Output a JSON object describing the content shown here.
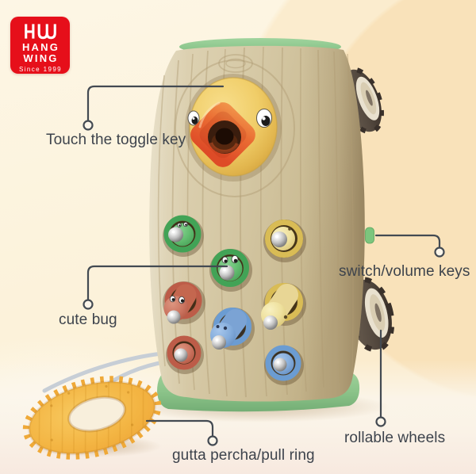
{
  "brand_logo": {
    "monogram": "HW",
    "name_top": "HANG",
    "name_bottom": "WING",
    "tagline": "Since 1999"
  },
  "annotations": {
    "toggle_key": {
      "label": "Touch the toggle key"
    },
    "cute_bug": {
      "label": "cute bug"
    },
    "switch_volume": {
      "label": "switch/volume keys"
    },
    "rollable_wheels": {
      "label": "rollable wheels"
    },
    "pull_ring": {
      "label": "gutta percha/pull ring"
    }
  },
  "toy": {
    "parts": [
      "bird-face",
      "beak-toggle-key",
      "magnetic-bugs",
      "side-switch-volume-key",
      "rollable-wheels",
      "pull-ring-teether",
      "green-base",
      "wood-grain-body"
    ],
    "bugs": [
      {
        "color": "green",
        "hex": "#63bd70",
        "position": "upper-left",
        "state": "in-hole"
      },
      {
        "color": "yellow",
        "hex": "#eee09c",
        "position": "upper-right",
        "state": "in-hole"
      },
      {
        "color": "green",
        "hex": "#63bd70",
        "position": "middle-center",
        "state": "in-hole"
      },
      {
        "color": "red",
        "hex": "#cb7460",
        "position": "middle-left",
        "state": "pulled-out"
      },
      {
        "color": "yellow",
        "hex": "#eee09c",
        "position": "middle-right",
        "state": "pulled-out"
      },
      {
        "color": "blue",
        "hex": "#84acdb",
        "position": "lower-center",
        "state": "pulled-out"
      },
      {
        "color": "red",
        "hex": "#cb7460",
        "position": "bottom-left",
        "state": "in-hole"
      },
      {
        "color": "blue",
        "hex": "#84acdb",
        "position": "bottom-right",
        "state": "in-hole"
      }
    ]
  },
  "colors": {
    "logo_red": "#e60f1a",
    "text_dark": "#3d434c",
    "line_dark": "#434a52",
    "bg_cream": "#fdf3dc",
    "body_tan": "#d3c5a0",
    "grain": "#b09c74",
    "rim_green": "#8cc88c",
    "base_green": "#8fc78c",
    "face_yellow": "#eec75f",
    "beak_orange": "#e9632f",
    "ring_green": "#42a356",
    "ring_yellow": "#d9bc55",
    "ring_red": "#bd5c48",
    "ring_blue": "#6b9cd2",
    "bug_green": "#63bd70",
    "bug_yellow": "#eee09c",
    "bug_red": "#cb7460",
    "bug_blue": "#84acdb",
    "wheel_brown": "#564b41",
    "wheel_hub": "#e9e1cf",
    "switch_green": "#7cc57d",
    "cord_gray": "#c7ced6",
    "pullring_yellow": "#f3b442"
  }
}
